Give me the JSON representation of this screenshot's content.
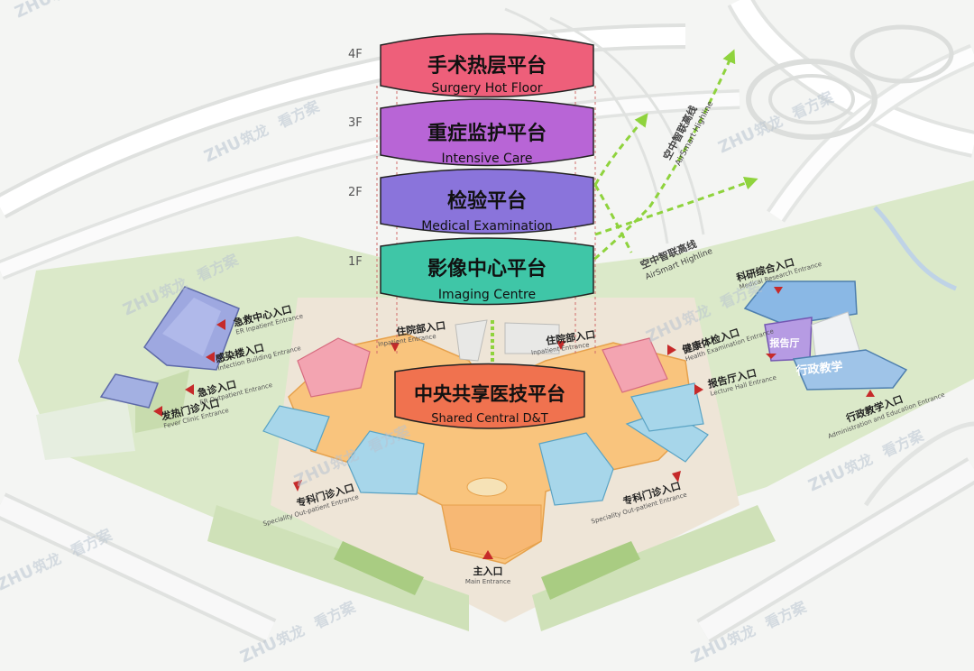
{
  "floors": [
    {
      "level": "4F",
      "zh": "手术热层平台",
      "en": "Surgery Hot Floor",
      "color": "#ee5f7a"
    },
    {
      "level": "3F",
      "zh": "重症监护平台",
      "en": "Intensive Care",
      "color": "#b865d6"
    },
    {
      "level": "2F",
      "zh": "检验平台",
      "en": "Medical Examination",
      "color": "#8a74db"
    },
    {
      "level": "1F",
      "zh": "影像中心平台",
      "en": "Imaging Centre",
      "color": "#3fc6a7"
    }
  ],
  "central": {
    "zh": "中央共享医技平台",
    "en": "Shared Central D&T",
    "color": "#f0724f"
  },
  "highlines": [
    {
      "zh": "空中智联高线",
      "en": "AirSmart Highline"
    },
    {
      "zh": "空中智联高线",
      "en": "AirSmart Highline"
    }
  ],
  "entrances": {
    "inpatient_left": {
      "zh": "住院部入口",
      "en": "Inpatient Entrance"
    },
    "inpatient_right": {
      "zh": "住院部入口",
      "en": "Inpatient Entrance"
    },
    "emergency": {
      "zh": "急救中心入口",
      "en": "ER Inpatient Entrance"
    },
    "infection": {
      "zh": "感染楼入口",
      "en": "Infection Building Entrance"
    },
    "er_outpatient": {
      "zh": "急诊入口",
      "en": "ER Outpatient Entrance"
    },
    "fever": {
      "zh": "发热门诊入口",
      "en": "Fever Clinic Entrance"
    },
    "specialty_left": {
      "zh": "专科门诊入口",
      "en": "Speciality Out-patient Entrance"
    },
    "specialty_right": {
      "zh": "专科门诊入口",
      "en": "Speciality Out-patient Entrance"
    },
    "main": {
      "zh": "主入口",
      "en": "Main Entrance"
    },
    "health": {
      "zh": "健康体检入口",
      "en": "Health Examination Entrance"
    },
    "lecture": {
      "zh": "报告厅入口",
      "en": "Lecture Hall Entrance"
    },
    "research": {
      "zh": "科研综合入口",
      "en": "Medical Research Entrance"
    },
    "admin": {
      "zh": "行政教学入口",
      "en": "Administration and Education Entrance"
    }
  },
  "buildings": {
    "admin_edu": "行政教学",
    "lecture_hall": "报告厅"
  },
  "watermark": {
    "logo": "ZHU",
    "brand": "筑龙",
    "name": "看方案"
  },
  "colors": {
    "arrow": "#c62a2a",
    "highline": "#8fd33d",
    "ground_green": "#dbe9c9",
    "plaza": "#efe2d2",
    "podium": "#f9c47d"
  }
}
